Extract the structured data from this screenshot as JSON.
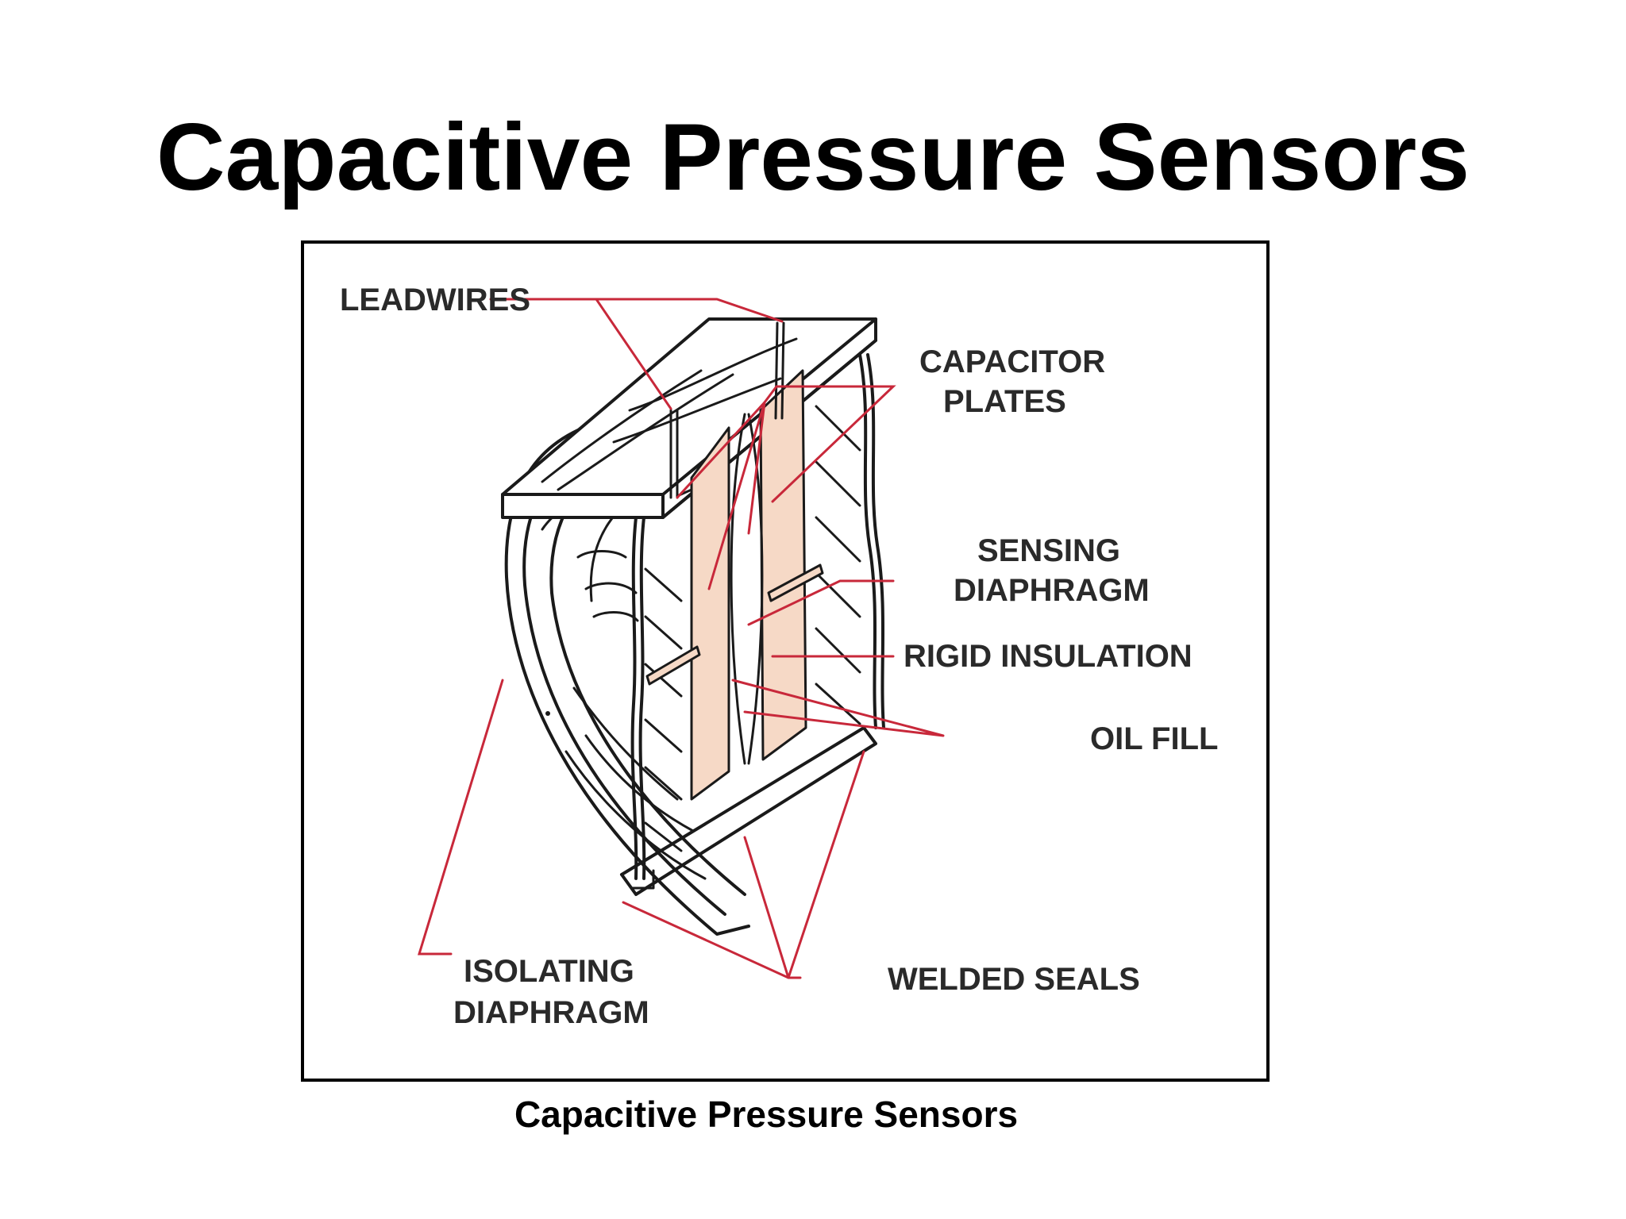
{
  "slide": {
    "title": "Capacitive Pressure Sensors",
    "caption": "Capacitive Pressure Sensors"
  },
  "diagram": {
    "labels": {
      "leadwires": "LEADWIRES",
      "capacitor_plates_line1": "CAPACITOR",
      "capacitor_plates_line2": "PLATES",
      "sensing_diaphragm_line1": "SENSING",
      "sensing_diaphragm_line2": "DIAPHRAGM",
      "rigid_insulation": "RIGID INSULATION",
      "oil_fill": "OIL FILL",
      "isolating_diaphragm_line1": "ISOLATING",
      "isolating_diaphragm_line2": "DIAPHRAGM",
      "welded_seals": "WELDED SEALS"
    },
    "colors": {
      "leader": "#c8283a",
      "outline": "#1a1a1a",
      "plate_fill": "#f6d9c6",
      "label": "#2a2a2a"
    }
  }
}
